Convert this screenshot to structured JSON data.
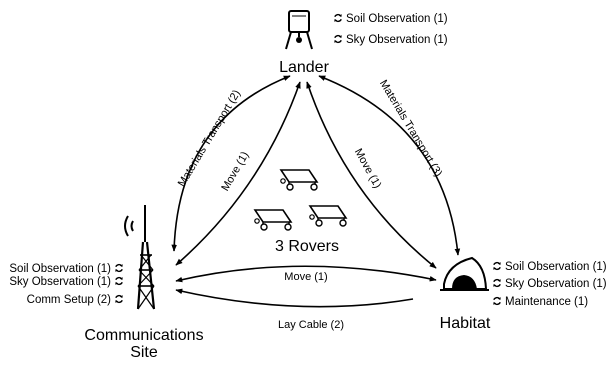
{
  "nodes": {
    "lander": {
      "name": "Lander",
      "tasks": [
        "Soil Observation (1)",
        "Sky Observation (1)"
      ]
    },
    "comms": {
      "name_line1": "Communications",
      "name_line2": "Site",
      "tasks": [
        "Soil Observation (1)",
        "Sky Observation (1)",
        "Comm Setup (2)"
      ]
    },
    "habitat": {
      "name": "Habitat",
      "tasks": [
        "Soil Observation (1)",
        "Sky Observation (1)",
        "Maintenance (1)"
      ]
    }
  },
  "rovers": {
    "label": "3 Rovers",
    "count": 3
  },
  "edges": {
    "comms_lander_transport": "Materials Transport (2)",
    "lander_habitat_transport": "Materials Transport (3)",
    "comms_lander_move": "Move (1)",
    "lander_habitat_move": "Move (1)",
    "comms_habitat_move": "Move (1)",
    "habitat_comms_cable": "Lay Cable (2)"
  },
  "icons": {
    "task_icon": "cycle-arrows-icon",
    "lander_icon": "lander-icon",
    "tower_icon": "radio-tower-icon",
    "habitat_icon": "habitat-dome-icon",
    "rover_icon": "rover-icon"
  }
}
